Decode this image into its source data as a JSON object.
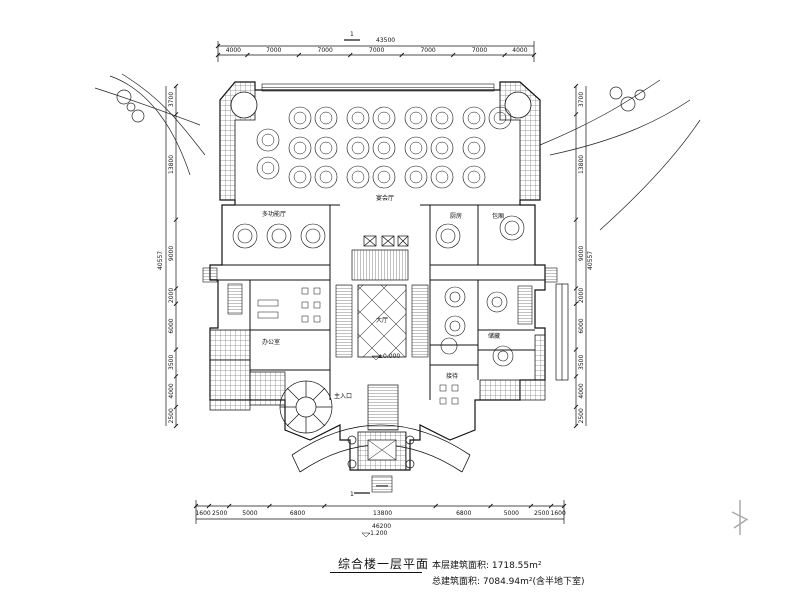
{
  "dimensions": {
    "top_overall": "43500",
    "top_segments": [
      "4000",
      "7000",
      "7000",
      "7000",
      "7000",
      "7000",
      "4000"
    ],
    "bottom_overall": "46200",
    "bottom_segments": [
      "1600",
      "2500",
      "5000",
      "6800",
      "13800",
      "6800",
      "5000",
      "2500",
      "1600"
    ],
    "left_overall": "40557",
    "left_segments": [
      "3700",
      "13800",
      "9000",
      "2000",
      "6000",
      "3500",
      "4000",
      "2500"
    ],
    "right_overall": "40557",
    "right_segments": [
      "3700",
      "13800",
      "9000",
      "2000",
      "6000",
      "3500",
      "4000",
      "2500"
    ]
  },
  "section_marks": {
    "top": "1",
    "bottom": "1"
  },
  "levels": {
    "lobby": "±0.000",
    "outdoor": "-1.200"
  },
  "rooms": {
    "banquet_hall": "宴会厅",
    "multi_function_hall": "多功能厅",
    "kitchen": "厨房",
    "private_room": "包厢",
    "lobby": "大厅",
    "entrance": "主入口",
    "office": "办公室",
    "reception": "接待",
    "store": "储藏"
  },
  "caption": {
    "title": "综合楼一层平面",
    "floor_area": "本层建筑面积: 1718.55m²",
    "total_area": "总建筑面积: 7084.94m²(含半地下室)"
  }
}
